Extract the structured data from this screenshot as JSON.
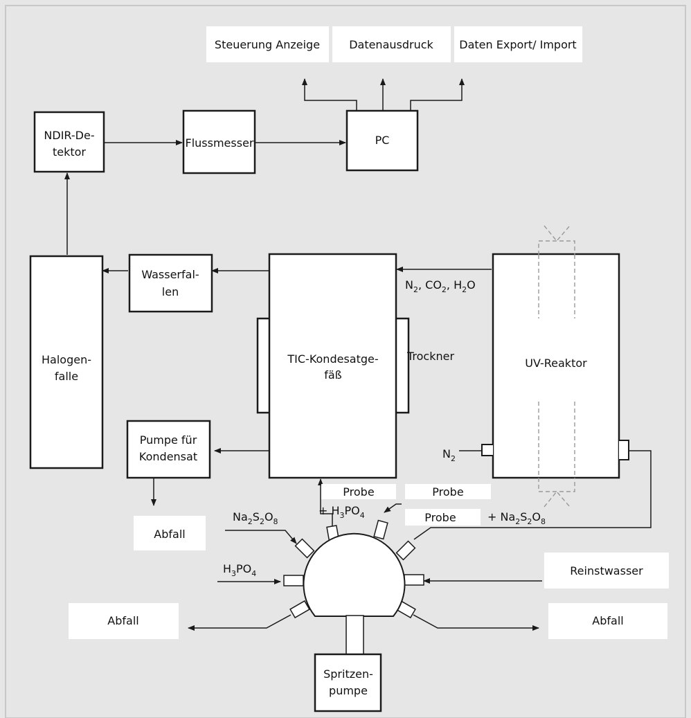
{
  "colors": {
    "background": "#e6e6e6",
    "box_fill": "#ffffff",
    "stroke": "#1a1a1a",
    "frame": "#c8c8c8",
    "dashed": "#999999"
  },
  "outputs": {
    "steuerung": "Steuerung Anzeige",
    "datenausdruck": "Datenausdruck",
    "export": "Daten Export/ Import"
  },
  "boxes": {
    "ndir_line1": "NDIR-De-",
    "ndir_line2": "tektor",
    "flussmesser": "Flussmesser",
    "pc": "PC",
    "halogen_line1": "Halogen-",
    "halogen_line2": "falle",
    "wasser_line1": "Wasserfal-",
    "wasser_line2": "len",
    "tic_line1": "TIC-Kondesatge-",
    "tic_line2": "fäß",
    "trockner": "Trockner",
    "uv": "UV-Reaktor",
    "pumpe_line1": "Pumpe für",
    "pumpe_line2": "Kondensat",
    "spritzen_line1": "Spritzen-",
    "spritzen_line2": "pumpe"
  },
  "labels": {
    "gas_n": "N",
    "gas_n_sub": "2",
    "gas_co": ", CO",
    "gas_co_sub": "2",
    "gas_h": ", H",
    "gas_h_sub": "2",
    "gas_o": "O",
    "n2": "N",
    "n2_sub": "2",
    "probe1": "Probe",
    "probe2": "Probe",
    "probe3": "Probe",
    "abfall_top": "Abfall",
    "abfall_left": "Abfall",
    "abfall_right": "Abfall",
    "reinstwasser": "Reinstwasser",
    "h3po4_plus": "+ H",
    "h3po4_plus_s1": "3",
    "h3po4_plus_po": "PO",
    "h3po4_plus_s2": "4",
    "naso_plus": "+ Na",
    "naso_plus_s1": "2",
    "naso_plus_s": "S",
    "naso_plus_s2": "2",
    "naso_plus_o": "O",
    "naso_plus_s3": "8",
    "naso_left": "Na",
    "naso_left_s1": "2",
    "naso_left_s": "S",
    "naso_left_s2": "2",
    "naso_left_o": "O",
    "naso_left_s3": "8",
    "h3po4_left": "H",
    "h3po4_left_s1": "3",
    "h3po4_left_po": "PO",
    "h3po4_left_s2": "4"
  }
}
